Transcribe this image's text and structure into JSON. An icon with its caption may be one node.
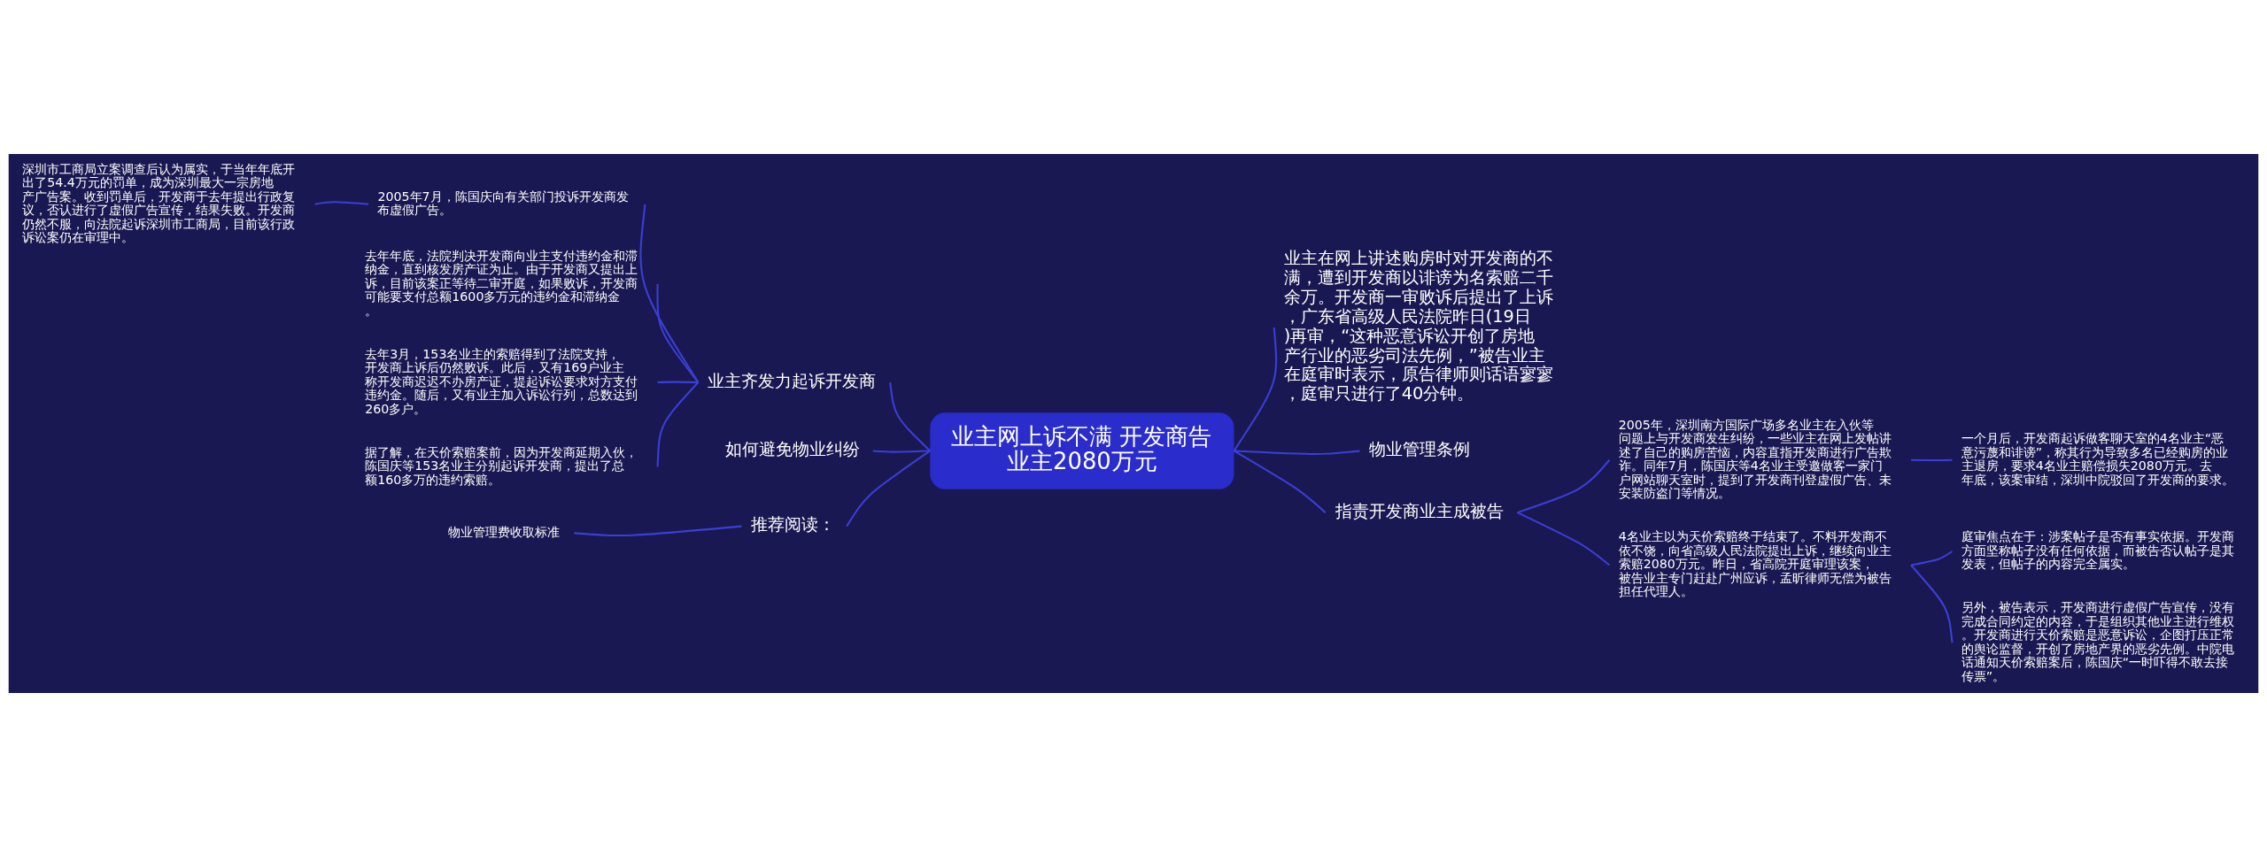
{
  "diagram": {
    "nodes": [
      {
        "text": [
          "业主网上诉不满 开发商告业主2080万元"
        ]
      },
      {
        "text": [
          "业主在网上讲述购房时对开发商的不满，遭到开发商以诽谤为名索赔二千余万。开发商一审败诉后提出了上诉，广东省高级人民法院昨日(19日)再审，“这种恶意诉讼开创了房地产行业的恶劣司法先例，”被告业主在庭审时表示，原告律师则话语寥寥，庭审只进行了40分钟。"
        ]
      },
      {
        "text": [
          "物业管理条例"
        ]
      },
      {
        "text": [
          "指责开发商业主成被告"
        ]
      },
      {
        "text": [
          "2005年，深圳南方国际广场多名业主在入伙等问题上与开发商发生纠纷，一些业主在网上发帖讲述了自己的购房苦恼，内容直指开发商进行广告欺诈。同年7月，陈国庆等4名业主受邀做客一家门户网站聊天室时，提到了开发商刊登虚假广告、未安装防盗门等情况。"
        ]
      },
      {
        "text": [
          "一个月后，开发商起诉做客聊天室的4名业主“恶意污蔑和诽谤”，称其行为导致多名已经购房的业主退房，要求4名业主赔偿损失2080万元。去年底，该案审结，深圳中院驳回了开发商的要求。"
        ]
      },
      {
        "text": [
          "4名业主以为天价索赔终于结束了。不料开发商不依不饶，向省高级人民法院提出上诉，继续向业主索赔2080万元。昨日，省高院开庭审理该案，被告业主专门赶赴广州应诉，孟昕律师无偿为被告担任代理人。"
        ]
      },
      {
        "text": [
          "庭审焦点在于：涉案帖子是否有事实依据。开发商方面坚称帖子没有任何依据，而被告否认帖子是其发表，但帖子的内容完全属实。"
        ]
      },
      {
        "text": [
          "另外，被告表示，开发商进行虚假广告宣传，没有完成合同约定的内容，于是组织其他业主进行维权。开发商进行天价索赔是恶意诉讼，企图打压正常的舆论监督，开创了房地产界的恶劣先例。中院电话通知天价索赔案后，陈国庆“一时吓得不敢去接传票”。"
        ]
      },
      {
        "text": [
          "推荐阅读："
        ]
      },
      {
        "text": [
          "物业管理费收取标准"
        ]
      },
      {
        "text": [
          "如何避免物业纠纷"
        ]
      },
      {
        "text": [
          "业主齐发力起诉开发商"
        ]
      },
      {
        "text": [
          "据了解，在天价索赔案前，因为开发商延期入伙，陈国庆等153名业主分别起诉开发商，提出了总额160多万的违约索赔。"
        ]
      },
      {
        "text": [
          "去年3月，153名业主的索赔得到了法院支持，开发商上诉后仍然败诉。此后，又有169户业主称开发商迟迟不办房产证，提起诉讼要求对方支付违约金。随后，又有业主加入诉讼行列，总数达到260多户。"
        ]
      },
      {
        "text": [
          "去年年底，法院判决开发商向业主支付违约金和滞纳金，直到核发房产证为止。由于开发商又提出上诉，目前该案正等待二审开庭，如果败诉，开发商可能要支付总额1600多万元的违约金和滞纳金。"
        ]
      },
      {
        "text": [
          "2005年7月，陈国庆向有关部门投诉开发商发布虚假广告。"
        ]
      },
      {
        "text": [
          "深圳市工商局立案调查后认为属实，于当年年底开出了54.4万元的罚单，成为深圳最大一宗房地产广告案。收到罚单后，开发商于去年提出行政复议，否认进行了虚假广告宣传，结果失败。开发商仍然不服，向法院起诉深圳市工商局，目前该行政诉讼案仍在审理中。"
        ]
      }
    ],
    "edges": [
      {
        "from": 0,
        "to": 1,
        "arrow": "none"
      },
      {
        "from": 0,
        "to": 2,
        "arrow": "none"
      },
      {
        "from": 0,
        "to": 3,
        "arrow": "none"
      },
      {
        "from": 3,
        "to": 4,
        "arrow": "none"
      },
      {
        "from": 4,
        "to": 5,
        "arrow": "none"
      },
      {
        "from": 3,
        "to": 6,
        "arrow": "none"
      },
      {
        "from": 6,
        "to": 7,
        "arrow": "none"
      },
      {
        "from": 6,
        "to": 8,
        "arrow": "none"
      },
      {
        "from": 0,
        "to": 9,
        "arrow": "none"
      },
      {
        "from": 9,
        "to": 10,
        "arrow": "none"
      },
      {
        "from": 0,
        "to": 11,
        "arrow": "none"
      },
      {
        "from": 0,
        "to": 12,
        "arrow": "none"
      },
      {
        "from": 12,
        "to": 13,
        "arrow": "none"
      },
      {
        "from": 12,
        "to": 14,
        "arrow": "none"
      },
      {
        "from": 12,
        "to": 15,
        "arrow": "none"
      },
      {
        "from": 12,
        "to": 16,
        "arrow": "none"
      },
      {
        "from": 16,
        "to": 17,
        "arrow": "none"
      }
    ]
  }
}
